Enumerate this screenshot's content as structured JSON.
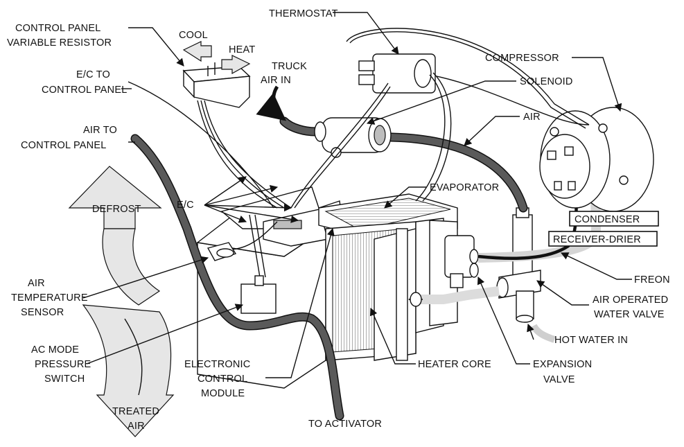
{
  "labels": {
    "thermostat": "THERMOSTAT",
    "control_panel_resistor_1": "CONTROL PANEL",
    "control_panel_resistor_2": "VARIABLE RESISTOR",
    "cool": "COOL",
    "heat": "HEAT",
    "truck_air_in_1": "TRUCK",
    "truck_air_in_2": "AIR IN",
    "ec_to_control_panel_1": "E/C TO",
    "ec_to_control_panel_2": "CONTROL PANEL",
    "compressor": "COMPRESSOR",
    "solenoid": "SOLENOID",
    "air_to_control_panel_1": "AIR TO",
    "air_to_control_panel_2": "CONTROL PANEL",
    "air": "AIR",
    "evaporator": "EVAPORATOR",
    "defrost": "DEFROST",
    "ec": "E/C",
    "condenser": "CONDENSER",
    "receiver_drier": "RECEIVER-DRIER",
    "freon": "FREON",
    "air_temp_sensor_1": "AIR",
    "air_temp_sensor_2": "TEMPERATURE",
    "air_temp_sensor_3": "SENSOR",
    "air_operated_water_valve_1": "AIR OPERATED",
    "air_operated_water_valve_2": "WATER VALVE",
    "hot_water_in": "HOT WATER IN",
    "ac_mode_pressure_switch_1": "AC MODE",
    "ac_mode_pressure_switch_2": "PRESSURE",
    "ac_mode_pressure_switch_3": "SWITCH",
    "electronic_control_module_1": "ELECTRONIC",
    "electronic_control_module_2": "CONTROL",
    "electronic_control_module_3": "MODULE",
    "heater_core": "HEATER CORE",
    "expansion_valve_1": "EXPANSION",
    "expansion_valve_2": "VALVE",
    "treated_air_1": "TREATED",
    "treated_air_2": "AIR",
    "to_activator": "TO ACTIVATOR"
  }
}
